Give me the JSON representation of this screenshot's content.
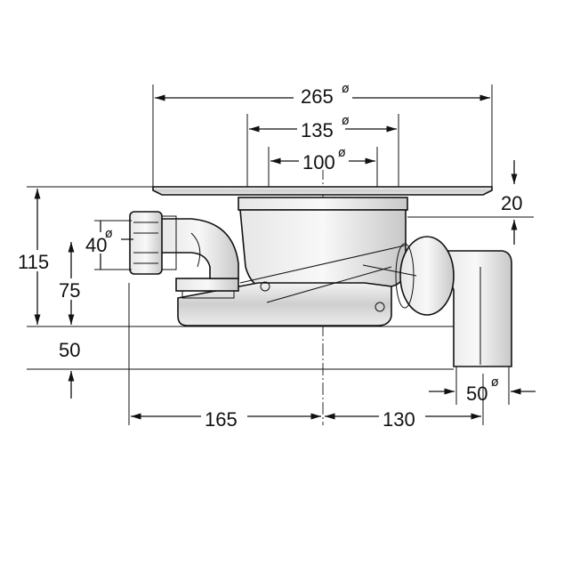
{
  "diagram": {
    "dimensions": {
      "grate_width": "265",
      "outer_ring": "135",
      "inner_ring": "100",
      "grate_height": "20",
      "total_height": "115",
      "inlet_diameter": "40",
      "inlet_height": "75",
      "outlet_height": "50",
      "left_to_center": "165",
      "center_to_outlet": "130",
      "outlet_diameter": "50"
    },
    "diameter_symbol": "ø"
  }
}
